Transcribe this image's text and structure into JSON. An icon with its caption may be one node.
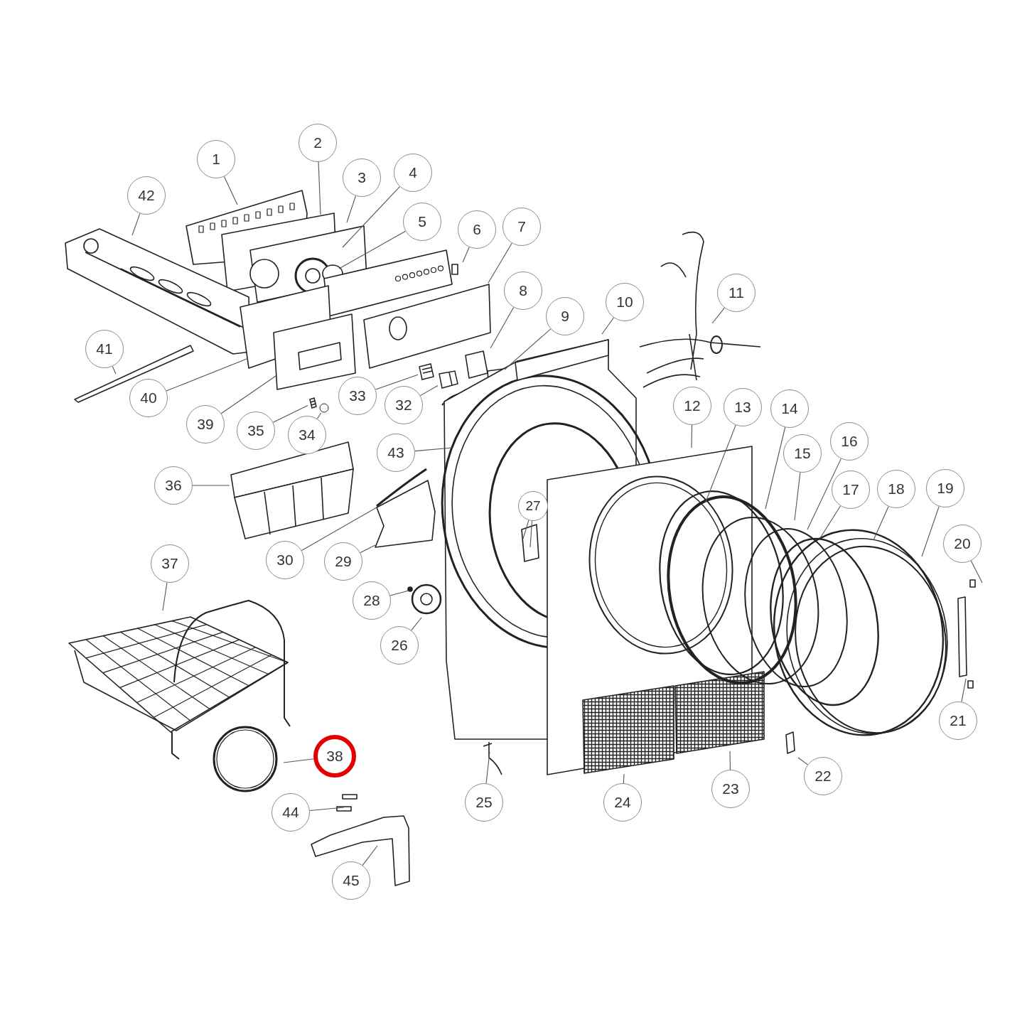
{
  "diagram": {
    "nodes": [
      {
        "text": [
          "1"
        ]
      },
      {
        "text": [
          "2"
        ]
      },
      {
        "text": [
          "3"
        ]
      },
      {
        "text": [
          "4"
        ]
      },
      {
        "text": [
          "5"
        ]
      },
      {
        "text": [
          "6"
        ]
      },
      {
        "text": [
          "7"
        ]
      },
      {
        "text": [
          "8"
        ]
      },
      {
        "text": [
          "9"
        ]
      },
      {
        "text": [
          "10"
        ]
      },
      {
        "text": [
          "11"
        ]
      },
      {
        "text": [
          "12"
        ]
      },
      {
        "text": [
          "13"
        ]
      },
      {
        "text": [
          "14"
        ]
      },
      {
        "text": [
          "15"
        ]
      },
      {
        "text": [
          "16"
        ]
      },
      {
        "text": [
          "17"
        ]
      },
      {
        "text": [
          "18"
        ]
      },
      {
        "text": [
          "19"
        ]
      },
      {
        "text": [
          "20"
        ]
      },
      {
        "text": [
          "21"
        ]
      },
      {
        "text": [
          "22"
        ]
      },
      {
        "text": [
          "23"
        ]
      },
      {
        "text": [
          "24"
        ]
      },
      {
        "text": [
          "25"
        ]
      },
      {
        "text": [
          "26"
        ]
      },
      {
        "text": [
          "27"
        ]
      },
      {
        "text": [
          "28"
        ]
      },
      {
        "text": [
          "29"
        ]
      },
      {
        "text": [
          "30"
        ]
      },
      {
        "text": [
          "32"
        ]
      },
      {
        "text": [
          "33"
        ]
      },
      {
        "text": [
          "34"
        ]
      },
      {
        "text": [
          "35"
        ]
      },
      {
        "text": [
          "36"
        ]
      },
      {
        "text": [
          "37"
        ]
      },
      {
        "text": [
          "38"
        ]
      },
      {
        "text": [
          "39"
        ]
      },
      {
        "text": [
          "40"
        ]
      },
      {
        "text": [
          "41"
        ]
      },
      {
        "text": [
          "42"
        ]
      },
      {
        "text": [
          "43"
        ]
      },
      {
        "text": [
          "44"
        ]
      },
      {
        "text": [
          "45"
        ]
      },
      {
        "text": [],
        "shape": "picture"
      },
      {
        "text": [],
        "shape": "picture"
      },
      {
        "text": [],
        "shape": "picture"
      },
      {
        "text": [],
        "shape": "circle"
      }
    ],
    "edges": [
      {
        "from": 0,
        "to": null,
        "arrow": "none"
      },
      {
        "from": 1,
        "to": null,
        "arrow": "none"
      },
      {
        "from": 2,
        "to": null,
        "arrow": "none"
      },
      {
        "from": 3,
        "to": null,
        "arrow": "none"
      },
      {
        "from": 4,
        "to": null,
        "arrow": "none"
      },
      {
        "from": 5,
        "to": null,
        "arrow": "none"
      },
      {
        "from": 6,
        "to": null,
        "arrow": "none"
      },
      {
        "from": 7,
        "to": null,
        "arrow": "none"
      },
      {
        "from": 8,
        "to": null,
        "arrow": "none"
      },
      {
        "from": 9,
        "to": null,
        "arrow": "none"
      },
      {
        "from": 10,
        "to": null,
        "arrow": "none"
      },
      {
        "from": 11,
        "to": null,
        "arrow": "none"
      },
      {
        "from": 12,
        "to": null,
        "arrow": "none"
      },
      {
        "from": 13,
        "to": null,
        "arrow": "none"
      },
      {
        "from": 14,
        "to": null,
        "arrow": "none"
      },
      {
        "from": 15,
        "to": null,
        "arrow": "none"
      },
      {
        "from": 16,
        "to": null,
        "arrow": "none"
      },
      {
        "from": 17,
        "to": null,
        "arrow": "none"
      },
      {
        "from": 18,
        "to": null,
        "arrow": "none"
      },
      {
        "from": 19,
        "to": null,
        "arrow": "none"
      },
      {
        "from": 20,
        "to": null,
        "arrow": "none"
      },
      {
        "from": 21,
        "to": null,
        "arrow": "none"
      },
      {
        "from": 22,
        "to": null,
        "arrow": "none"
      },
      {
        "from": 23,
        "to": null,
        "arrow": "none"
      },
      {
        "from": 24,
        "to": null,
        "arrow": "none"
      },
      {
        "from": 25,
        "to": null,
        "arrow": "none"
      },
      {
        "from": 26,
        "to": null,
        "arrow": "none"
      },
      {
        "from": 26,
        "to": null,
        "arrow": "none"
      },
      {
        "from": 27,
        "to": null,
        "arrow": "none"
      },
      {
        "from": 28,
        "to": null,
        "arrow": "none"
      },
      {
        "from": 29,
        "to": null,
        "arrow": "none"
      },
      {
        "from": 30,
        "to": 46,
        "arrow": "none"
      },
      {
        "from": 31,
        "to": 44,
        "arrow": "none"
      },
      {
        "from": 32,
        "to": 47,
        "arrow": "none"
      },
      {
        "from": 33,
        "to": 45,
        "arrow": "none"
      },
      {
        "from": 34,
        "to": null,
        "arrow": "none"
      },
      {
        "from": 35,
        "to": null,
        "arrow": "none"
      },
      {
        "from": 36,
        "to": null,
        "arrow": "none"
      },
      {
        "from": 37,
        "to": null,
        "arrow": "none"
      },
      {
        "from": 38,
        "to": null,
        "arrow": "none"
      },
      {
        "from": 39,
        "to": null,
        "arrow": "none"
      },
      {
        "from": 40,
        "to": null,
        "arrow": "none"
      },
      {
        "from": 41,
        "to": null,
        "arrow": "none"
      },
      {
        "from": 42,
        "to": null,
        "arrow": "none"
      },
      {
        "from": 43,
        "to": null,
        "arrow": "none"
      }
    ]
  }
}
